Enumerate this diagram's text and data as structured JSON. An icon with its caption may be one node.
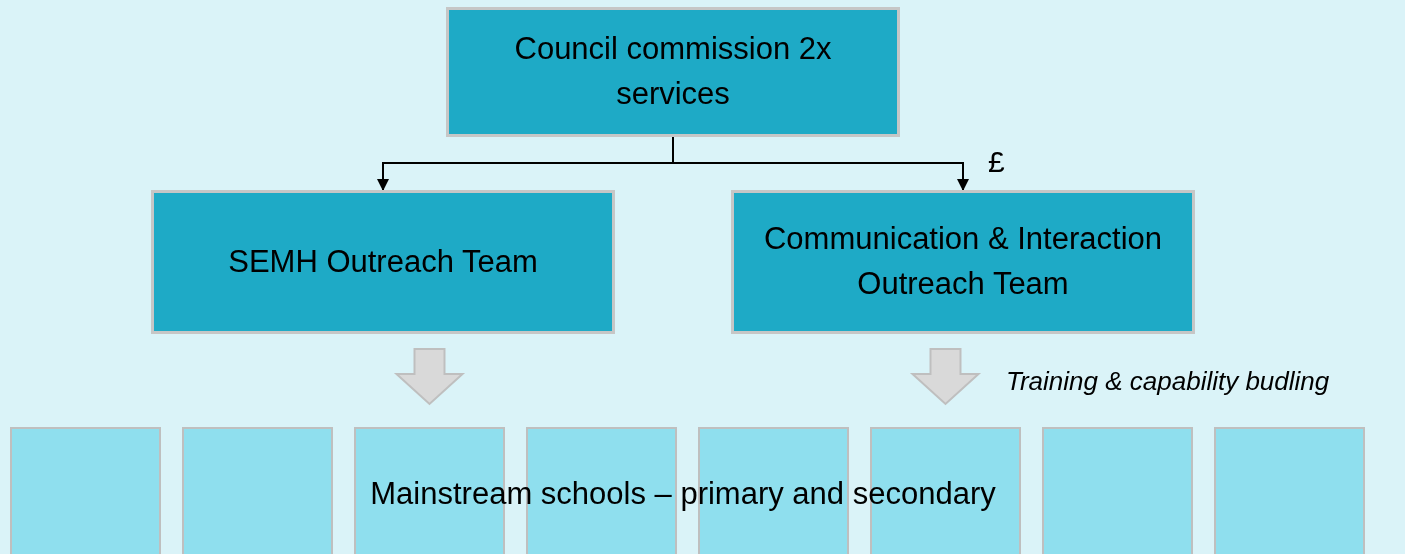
{
  "diagram": {
    "nodes": [
      {
        "text": [
          "Council commission 2x services"
        ]
      },
      {
        "text": [
          "SEMH Outreach Team"
        ]
      },
      {
        "text": [
          "Communication & Interaction Outreach Team"
        ]
      },
      {
        "text": [],
        "shape": "box"
      },
      {
        "text": [],
        "shape": "box"
      },
      {
        "text": [],
        "shape": "box"
      },
      {
        "text": [],
        "shape": "box"
      },
      {
        "text": [],
        "shape": "box"
      },
      {
        "text": [],
        "shape": "box"
      },
      {
        "text": [],
        "shape": "box"
      },
      {
        "text": [],
        "shape": "box"
      }
    ],
    "edges": [
      {
        "from": 0,
        "to": 1,
        "arrow": "to"
      },
      {
        "from": 0,
        "to": 2,
        "arrow": "to",
        "label": "£"
      },
      {
        "from": 1,
        "to": 5,
        "arrow": "to",
        "style": "thick",
        "color": "#d9d9d9"
      },
      {
        "from": 2,
        "to": 8,
        "arrow": "to",
        "style": "thick",
        "color": "#d9d9d9",
        "label": "Training & capability budling"
      }
    ],
    "labels": [
      "Mainstream schools – primary and secondary"
    ]
  }
}
